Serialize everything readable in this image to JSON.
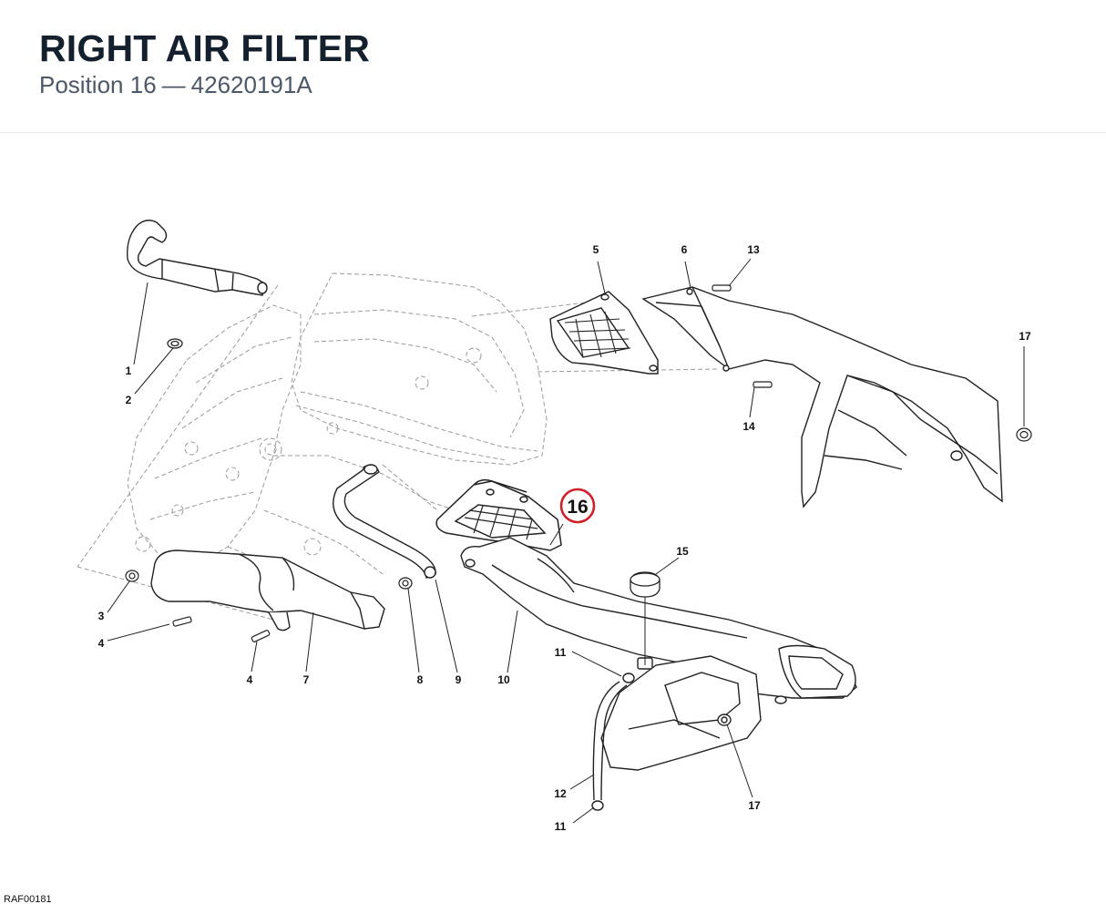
{
  "header": {
    "title": "RIGHT AIR FILTER",
    "position_label": "Position",
    "position_number": "16",
    "separator": "—",
    "part_number": "42620191A"
  },
  "diagram": {
    "highlight_color": "#d0202a",
    "highlighted_callout": "16",
    "callouts": {
      "c1": "1",
      "c2": "2",
      "c3": "3",
      "c4a": "4",
      "c4b": "4",
      "c5": "5",
      "c6": "6",
      "c7": "7",
      "c8": "8",
      "c9": "9",
      "c10": "10",
      "c11a": "11",
      "c11b": "11",
      "c12": "12",
      "c13": "13",
      "c14": "14",
      "c15": "15",
      "c17a": "17",
      "c17b": "17"
    }
  },
  "footer": {
    "drawing_code": "RAF00181"
  }
}
